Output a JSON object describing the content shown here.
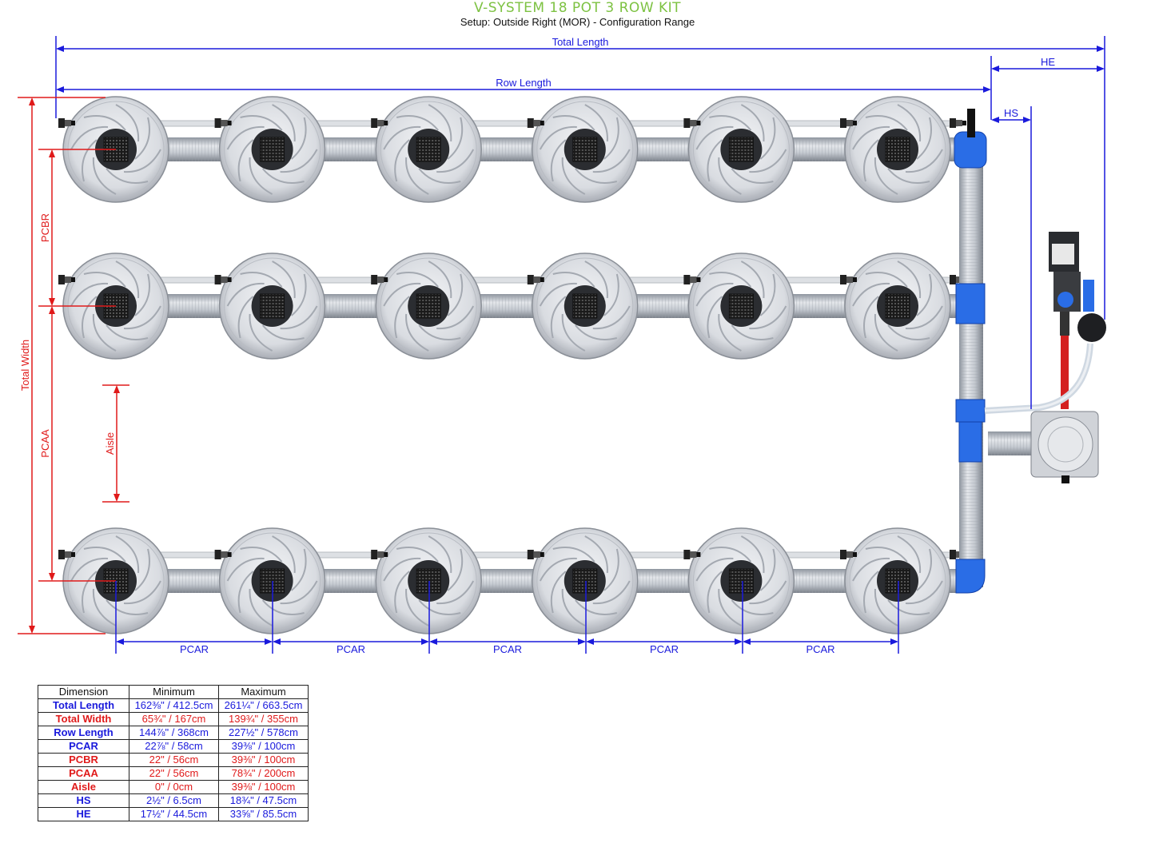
{
  "title": "V-SYSTEM 18 POT 3 ROW KIT",
  "subtitle": "Setup: Outside Right (MOR) - Configuration Range",
  "labels": {
    "total_length": "Total Length",
    "row_length": "Row Length",
    "he": "HE",
    "hs": "HS",
    "total_width": "Total Width",
    "pcbr": "PCBR",
    "pcaa": "PCAA",
    "aisle": "Aisle",
    "pcar": "PCAR"
  },
  "colors": {
    "title_green": "#7dc242",
    "blue_dimension": "#1a1adc",
    "red_dimension": "#e01a1a",
    "pot_grey": "#d4d7dc",
    "pipe_blue": "#1f66e0",
    "hose_red": "#d42020"
  },
  "layout_info": {
    "rows": 3,
    "pots_per_row": 6
  },
  "table": {
    "headers": [
      "Dimension",
      "Minimum",
      "Maximum"
    ],
    "rows": [
      {
        "name": "Total Length",
        "min": "162⅜\" / 412.5cm",
        "max": "261¼\" / 663.5cm",
        "color": "#1a1adc"
      },
      {
        "name": "Total Width",
        "min": "65¾\" / 167cm",
        "max": "139¾\" / 355cm",
        "color": "#e01a1a"
      },
      {
        "name": "Row Length",
        "min": "144⅞\" / 368cm",
        "max": "227½\" / 578cm",
        "color": "#1a1adc"
      },
      {
        "name": "PCAR",
        "min": "22⅞\" / 58cm",
        "max": "39⅜\" / 100cm",
        "color": "#1a1adc"
      },
      {
        "name": "PCBR",
        "min": "22\" / 56cm",
        "max": "39⅜\" / 100cm",
        "color": "#e01a1a"
      },
      {
        "name": "PCAA",
        "min": "22\" / 56cm",
        "max": "78¾\" / 200cm",
        "color": "#e01a1a"
      },
      {
        "name": "Aisle",
        "min": "0\" / 0cm",
        "max": "39⅜\" / 100cm",
        "color": "#e01a1a"
      },
      {
        "name": "HS",
        "min": "2½\" / 6.5cm",
        "max": "18¾\" / 47.5cm",
        "color": "#1a1adc"
      },
      {
        "name": "HE",
        "min": "17½\" / 44.5cm",
        "max": "33⅝\" / 85.5cm",
        "color": "#1a1adc"
      }
    ]
  }
}
